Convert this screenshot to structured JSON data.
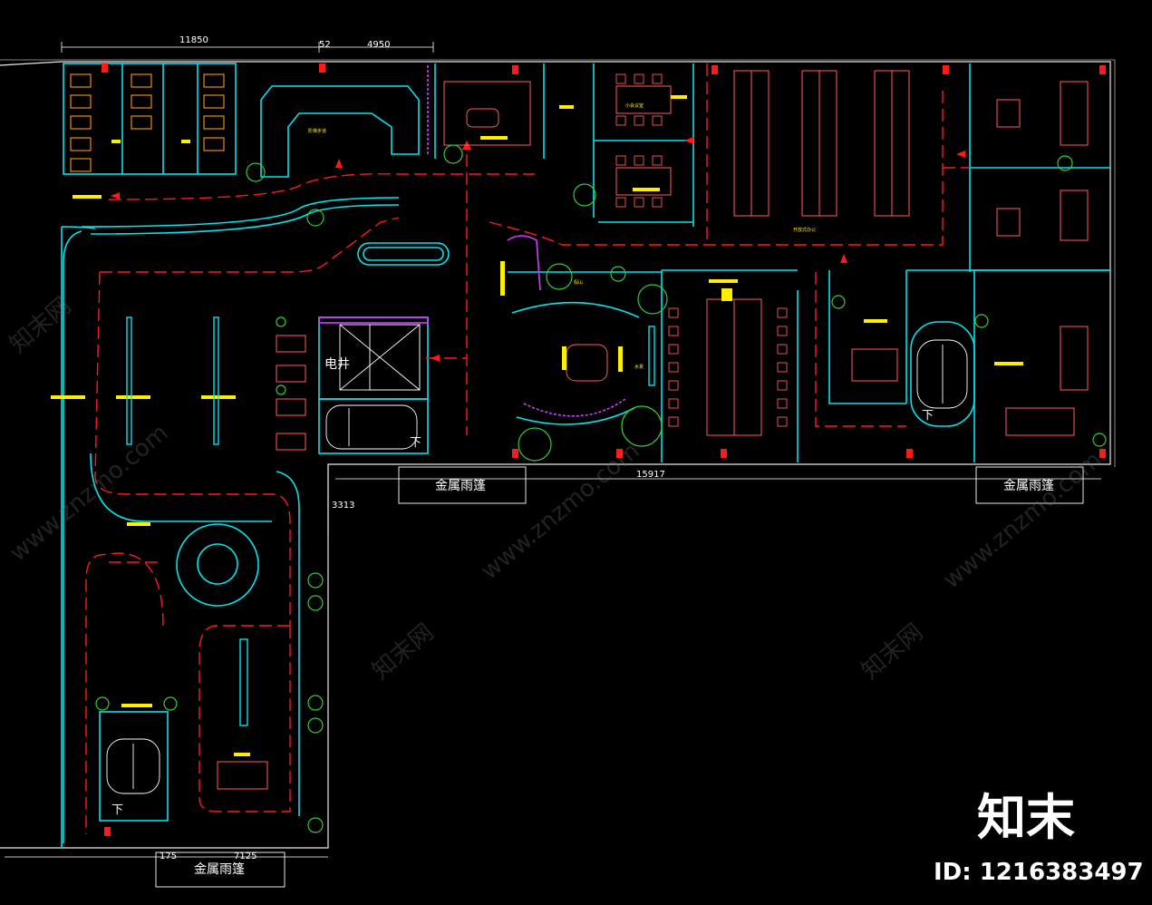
{
  "dimensions": {
    "top_left": "11850",
    "top_mid": "52",
    "top_right": "4950",
    "bottom_main": "15917",
    "side": "3313",
    "bottom_left_a": "175",
    "bottom_left_b": "7125"
  },
  "labels": {
    "canopy_1": "金属雨篷",
    "canopy_2": "金属雨篷",
    "canopy_3": "金属雨篷",
    "electric_shaft": "电井",
    "stair_down_1": "下",
    "stair_down_2": "下",
    "stair_down_3": "下",
    "water_feature": "水景",
    "rockery": "假山",
    "corridor": "阶梯步道",
    "open_office": "开放式办公",
    "small_meeting": "小会议室"
  },
  "watermark": {
    "site": "www.znzmo.com",
    "brand_cn": "知末网",
    "brand_big": "知末",
    "id": "ID: 1216383497"
  },
  "colors": {
    "background": "#000000",
    "wall": "#00e5ee",
    "route": "#ff1a1a",
    "furniture": "#ff5a5a",
    "light": "#ffee00",
    "plant": "#33cc33",
    "white": "#ffffff"
  }
}
